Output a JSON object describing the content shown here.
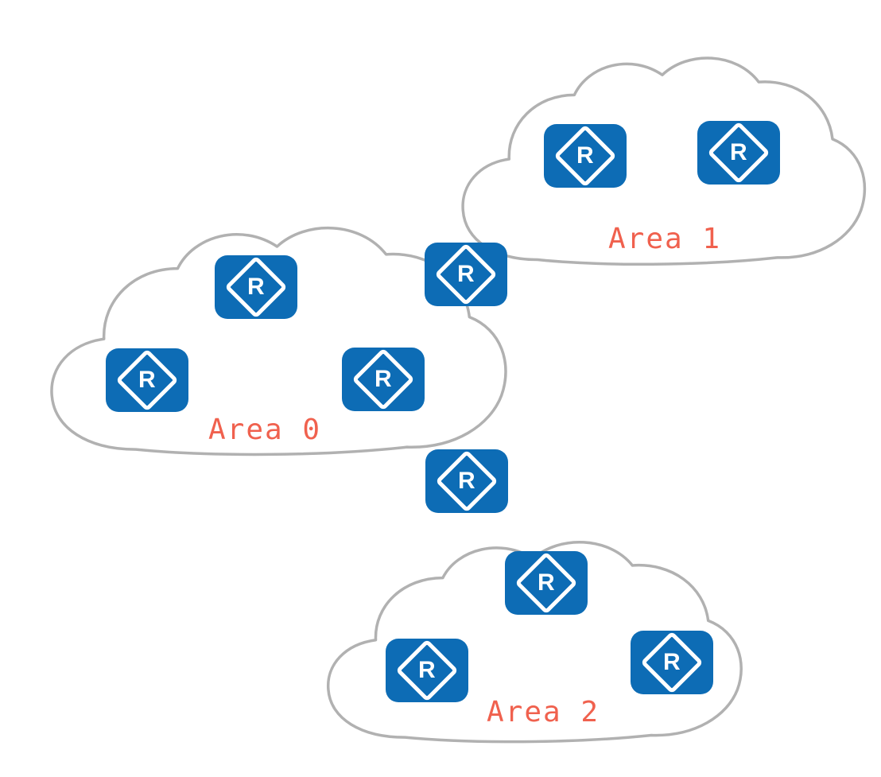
{
  "diagram": {
    "type": "network-topology",
    "router_glyph": "R",
    "areas": [
      {
        "id": "area-0",
        "label": "Area 0",
        "routers_inside": 3
      },
      {
        "id": "area-1",
        "label": "Area 1",
        "routers_inside": 2
      },
      {
        "id": "area-2",
        "label": "Area 2",
        "routers_inside": 3
      }
    ],
    "border_routers": [
      {
        "between": "Area 0 / Area 1"
      },
      {
        "between": "Area 0 / Area 2"
      }
    ],
    "total_router_icons": 10,
    "colors": {
      "router_fill": "#0d6cb5",
      "router_glyph": "#ffffff",
      "cloud_fill": "#ffffff",
      "cloud_stroke": "#b1b1b1",
      "label_color": "#f0614e"
    }
  }
}
